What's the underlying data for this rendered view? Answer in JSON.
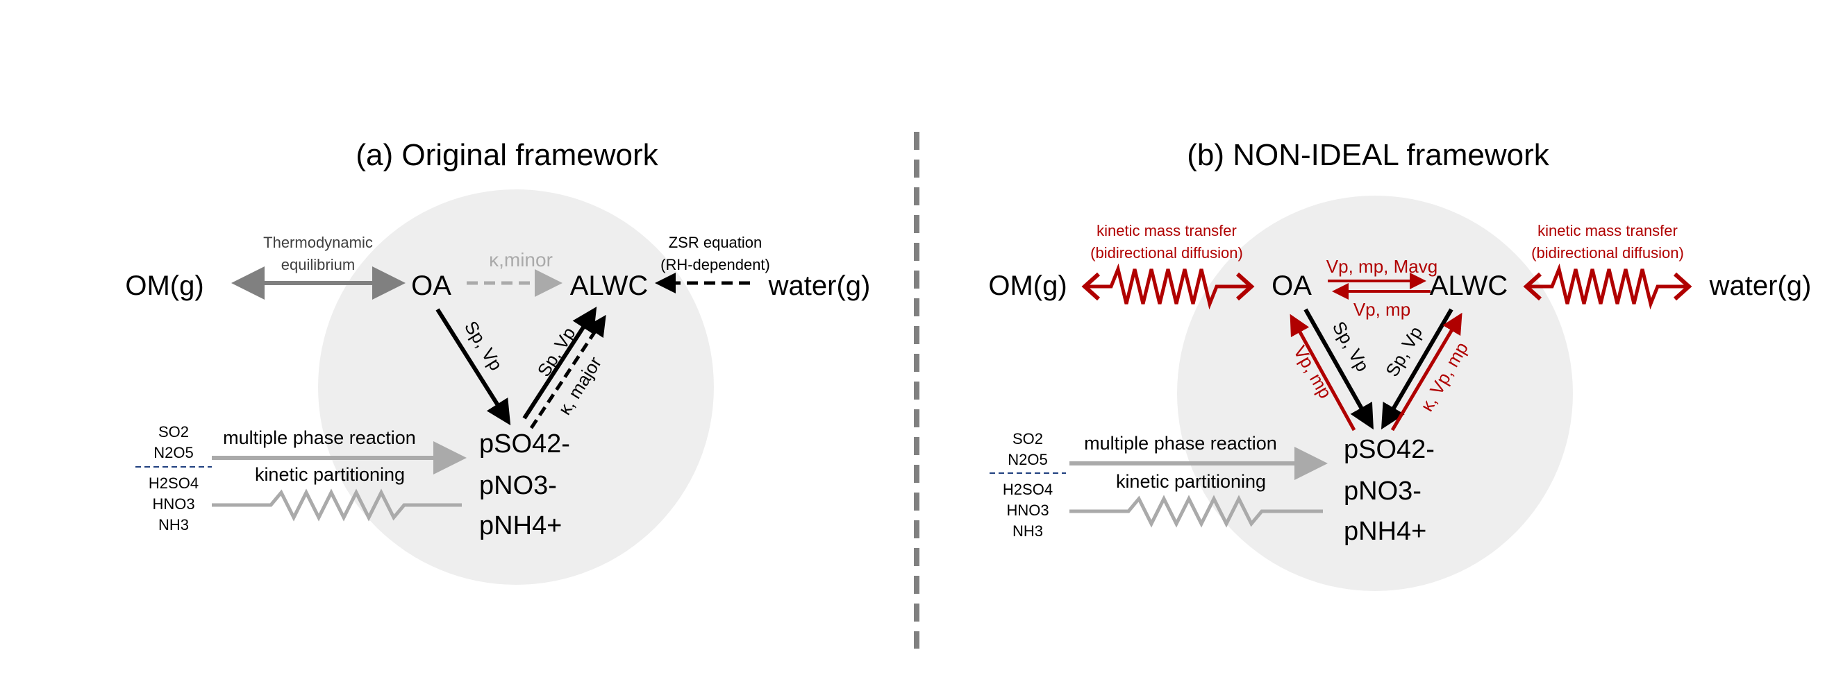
{
  "colors": {
    "circle_bg": "#eeeeee",
    "gray_arrow": "#808080",
    "light_gray_arrow": "#aaaaaa",
    "black": "#000000",
    "dark_red": "#b00000",
    "divider": "#808080",
    "dash_blue": "#1f3f7f"
  },
  "panel_a": {
    "title": "(a) Original framework",
    "om_g": "OM(g)",
    "oa": "OA",
    "alwc": "ALWC",
    "water_g": "water(g)",
    "thermo_line1": "Thermodynamic",
    "thermo_line2": "equilibrium",
    "kappa_minor": "κ,minor",
    "zsr_line1": "ZSR equation",
    "zsr_line2": "(RH-dependent)",
    "sp_vp_left": "Sp, Vp",
    "sp_vp_right": "Sp, Vp",
    "kappa_major": "κ, major",
    "so2": "SO2",
    "n2o5": "N2O5",
    "h2so4": "H2SO4",
    "hno3": "HNO3",
    "nh3": "NH3",
    "multi_phase": "multiple phase reaction",
    "kinetic_part": "kinetic partitioning",
    "pso4": "pSO42-",
    "pno3": "pNO3-",
    "pnh4": "pNH4+"
  },
  "panel_b": {
    "title": "(b) NON-IDEAL framework",
    "om_g": "OM(g)",
    "oa": "OA",
    "alwc": "ALWC",
    "water_g": "water(g)",
    "kmt_left_line1": "kinetic mass transfer",
    "kmt_left_line2": "(bidirectional diffusion)",
    "kmt_right_line1": "kinetic mass transfer",
    "kmt_right_line2": "(bidirectional diffusion)",
    "oa_alwc_top": "Vp, mp, Mavg",
    "oa_alwc_bottom": "Vp, mp",
    "sp_vp_left": "Sp, Vp",
    "sp_vp_right": "Sp, Vp",
    "red_left": "Vp, mp",
    "red_right": "κ, Vp, mp",
    "so2": "SO2",
    "n2o5": "N2O5",
    "h2so4": "H2SO4",
    "hno3": "HNO3",
    "nh3": "NH3",
    "multi_phase": "multiple phase reaction",
    "kinetic_part": "kinetic partitioning",
    "pso4": "pSO42-",
    "pno3": "pNO3-",
    "pnh4": "pNH4+"
  }
}
